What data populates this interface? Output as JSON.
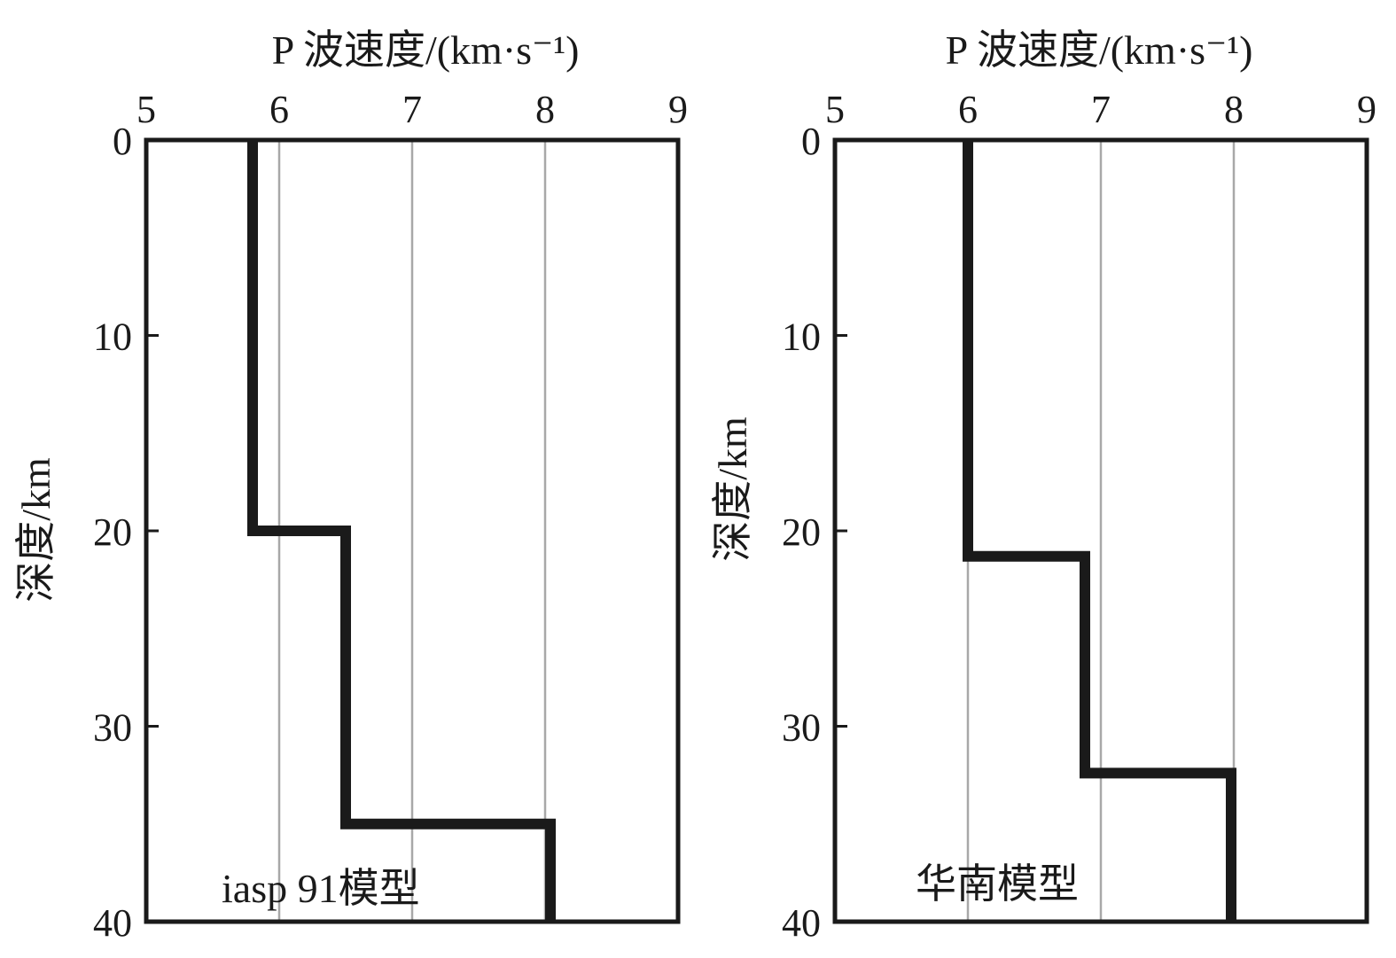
{
  "chart_data": [
    {
      "type": "line",
      "xlabel": "P 波速度/(km·s⁻¹)",
      "ylabel": "深度/km",
      "xlim": [
        5,
        9
      ],
      "ylim": [
        0,
        40
      ],
      "y_inverted": true,
      "x_axis_position": "top",
      "x_ticks": [
        "5",
        "6",
        "7",
        "8",
        "9"
      ],
      "y_ticks": [
        "0",
        "10",
        "20",
        "30",
        "40"
      ],
      "grid": "vertical",
      "grid_x": [
        6,
        7,
        8
      ],
      "annotation": "iasp 91模型",
      "series": [
        {
          "x": [
            5.8,
            5.8,
            6.5,
            6.5,
            8.04,
            8.04
          ],
          "y": [
            0,
            20,
            20,
            35,
            35,
            40
          ]
        }
      ]
    },
    {
      "type": "line",
      "xlabel": "P 波速度/(km·s⁻¹)",
      "ylabel": "深度/km",
      "xlim": [
        5,
        9
      ],
      "ylim": [
        0,
        40
      ],
      "y_inverted": true,
      "x_axis_position": "top",
      "x_ticks": [
        "5",
        "6",
        "7",
        "8",
        "9"
      ],
      "y_ticks": [
        "0",
        "10",
        "20",
        "30",
        "40"
      ],
      "grid": "vertical",
      "grid_x": [
        6,
        7,
        8
      ],
      "annotation": "华南模型",
      "series": [
        {
          "x": [
            6.0,
            6.0,
            6.88,
            6.88,
            7.98,
            7.98
          ],
          "y": [
            0,
            21.3,
            21.3,
            32.4,
            32.4,
            40
          ]
        }
      ]
    }
  ]
}
